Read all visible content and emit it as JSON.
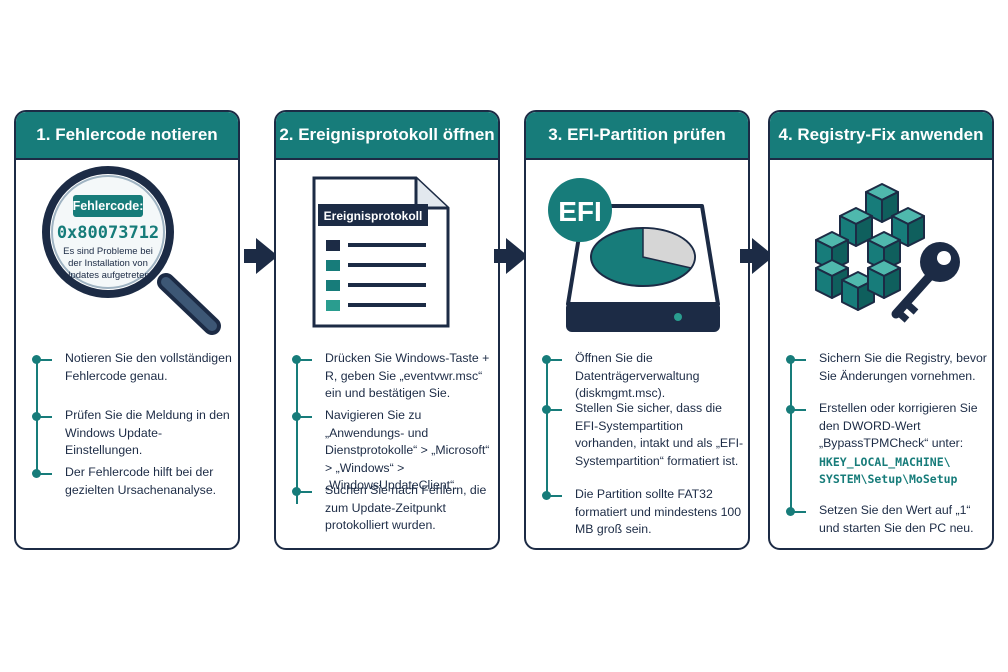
{
  "steps": [
    {
      "title": "1. Fehlercode notieren",
      "lens": {
        "label": "Fehlercode:",
        "code": "0x80073712",
        "desc": [
          "Es sind Probleme bei",
          "der Installation von",
          "Updates aufgetreten."
        ]
      },
      "bullets": [
        "Notieren Sie den vollständigen Fehlercode genau.",
        "Prüfen Sie die Meldung in den Windows Update-Einstellungen.",
        "Der Fehlercode hilft bei der gezielten Ursachenanalyse."
      ]
    },
    {
      "title": "2. Ereignisprotokoll öffnen",
      "doc_title": "Ereignisprotokoll",
      "bullets": [
        "Drücken Sie Windows-Taste + R, geben Sie „eventvwr.msc“ ein und bestätigen Sie.",
        "Navigieren Sie zu „Anwendungs- und Dienstprotokolle“ > „Microsoft“ > „Windows“ > „WindowsUpdateClient“.",
        "Suchen Sie nach Fehlern, die zum Update-Zeitpunkt protokolliert wurden."
      ]
    },
    {
      "title": "3. EFI-Partition prüfen",
      "efi_label": "EFI",
      "bullets": [
        "Öffnen Sie die Datenträgerverwaltung (diskmgmt.msc).",
        "Stellen Sie sicher, dass die EFI-Systempartition vorhanden, intakt und als „EFI-Systempartition“ formatiert ist.",
        "Die Partition sollte FAT32 formatiert und mindestens 100 MB groß sein."
      ]
    },
    {
      "title": "4. Registry-Fix anwenden",
      "bullets": [
        "Sichern Sie die Registry, bevor Sie Änderungen vornehmen.",
        "Erstellen oder korrigieren Sie den DWORD-Wert „BypassTPMCheck“ unter:",
        "Setzen Sie den Wert auf „1“ und starten Sie den PC neu."
      ],
      "registry_path": [
        "HKEY_LOCAL_MACHINE\\",
        "SYSTEM\\Setup\\MoSetup"
      ]
    }
  ],
  "colors": {
    "teal": "#177c7a",
    "navy": "#1c2b45",
    "light_teal": "#2a9d8f",
    "grey": "#d6d6d6"
  }
}
